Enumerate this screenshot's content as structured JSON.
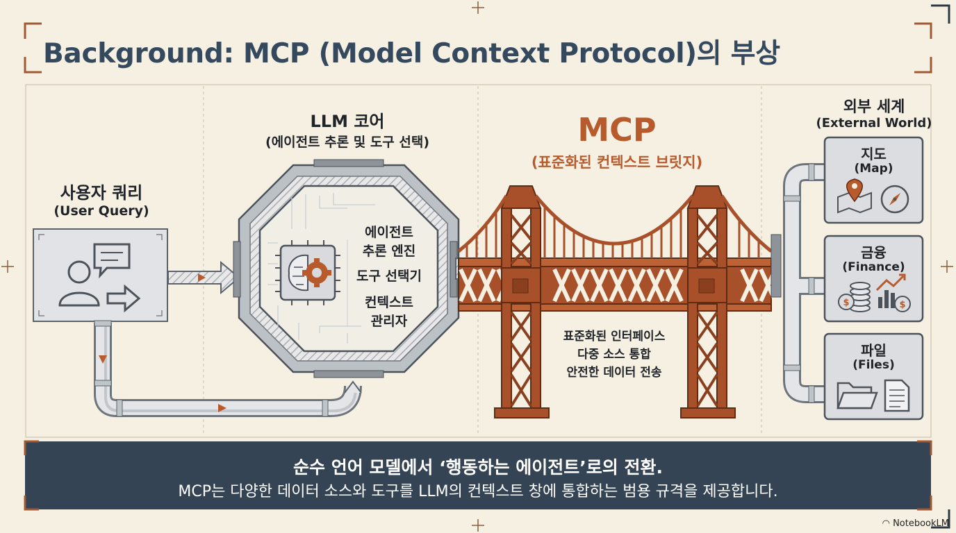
{
  "title": "Background: MCP (Model Context Protocol)의 부상",
  "user_query": {
    "title": "사용자 쿼리",
    "subtitle": "(User Query)"
  },
  "llm_core": {
    "title": "LLM 코어",
    "subtitle": "(에이전트 추론 및 도구 선택)",
    "components": [
      "에이전트",
      "추론 엔진",
      "도구 선택기",
      "컨텍스트",
      "관리자"
    ]
  },
  "mcp": {
    "title": "MCP",
    "subtitle": "(표준화된 컨텍스트 브릿지)",
    "features": [
      "표준화된 인터페이스",
      "다중 소스 통합",
      "안전한 데이터 전송"
    ]
  },
  "external": {
    "title": "외부 세계",
    "subtitle": "(External World)",
    "cards": [
      {
        "title": "지도",
        "subtitle": "(Map)",
        "icons": [
          "map-pin-icon",
          "compass-icon"
        ]
      },
      {
        "title": "금융",
        "subtitle": "(Finance)",
        "icons": [
          "coins-icon",
          "chart-dollar-icon"
        ]
      },
      {
        "title": "파일",
        "subtitle": "(Files)",
        "icons": [
          "folder-icon",
          "document-icon"
        ]
      }
    ]
  },
  "banner": {
    "headline": "순수 언어 모델에서 ‘행동하는 에이전트’로의 전환.",
    "body": "MCP는 다양한 데이터 소스와 도구를 LLM의 컨텍스트 창에 통합하는 범용 규격을 제공합니다."
  },
  "watermark": "NotebookLM",
  "colors": {
    "background": "#f5f0e2",
    "accent": "#b75a2c",
    "bridge": "#a8502a",
    "banner": "#344454",
    "frame": "#8a5a3a"
  }
}
